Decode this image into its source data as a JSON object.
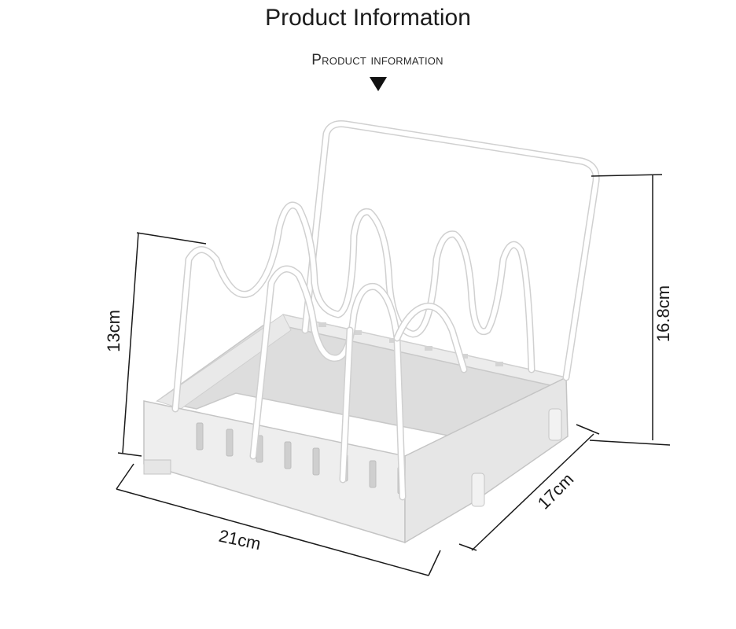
{
  "header": {
    "title": "Product Information",
    "subtitle": "Product information"
  },
  "dimensions": {
    "height_front": "13cm",
    "height_total": "16.8cm",
    "width": "21cm",
    "depth": "17cm"
  },
  "colors": {
    "background": "#ffffff",
    "rack_white": "#f7f7f7",
    "tray_gray": "#e3e3e3",
    "outline": "#c9c9c9",
    "dimension_line": "#1a1a1a"
  },
  "icons": {
    "pointer": "down-triangle-icon"
  }
}
